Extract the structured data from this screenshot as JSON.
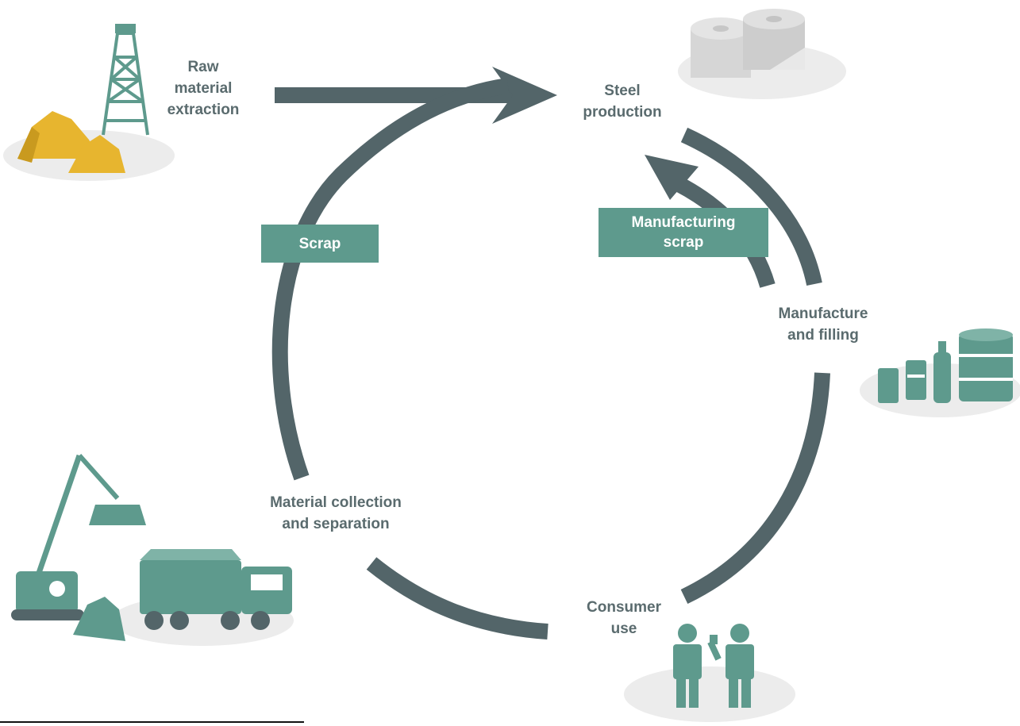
{
  "nodes": {
    "raw_material": {
      "line1": "Raw",
      "line2": "material",
      "line3": "extraction"
    },
    "steel_production": {
      "line1": "Steel",
      "line2": "production"
    },
    "manufacture": {
      "line1": "Manufacture",
      "line2": "and filling"
    },
    "consumer": {
      "line1": "Consumer",
      "line2": "use"
    },
    "collection": {
      "line1": "Material collection",
      "line2": "and separation"
    }
  },
  "tags": {
    "scrap": {
      "line1": "Scrap"
    },
    "manufacturing_scrap": {
      "line1": "Manufacturing",
      "line2": "scrap"
    }
  },
  "colors": {
    "arrow": "#536569",
    "accent": "#5e9a8d",
    "ore": "#e7b52f",
    "shadow": "#ececec",
    "label": "#5a6b6e"
  },
  "icons": {
    "raw_material": "oil-derrick-and-ore-piles-icon",
    "steel_production": "steel-coils-icon",
    "manufacture": "cans-and-drum-icon",
    "consumer": "two-people-icon",
    "collection": "crane-and-dump-truck-icon"
  }
}
